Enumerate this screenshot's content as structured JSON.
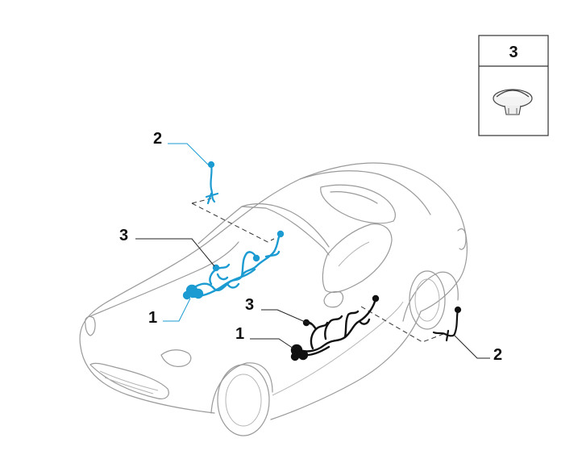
{
  "inset": {
    "label": "3",
    "item": "clip-fastener"
  },
  "callouts": {
    "blue_harness": "1",
    "blue_connector": "2",
    "blue_clip": "3",
    "black_harness": "1",
    "black_connector": "2",
    "black_clip": "3"
  },
  "colors": {
    "blue_harness": "#1b9bd1",
    "black_harness": "#111111",
    "car_outline": "#9a9a9a"
  }
}
